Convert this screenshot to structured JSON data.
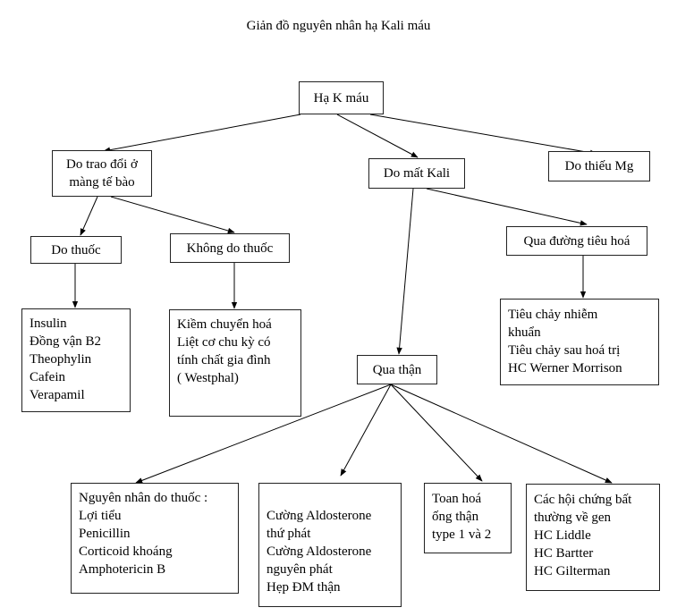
{
  "title": "Giản đồ nguyên nhân hạ Kali máu",
  "nodes": {
    "root": {
      "label": "Hạ K máu"
    },
    "exchange": {
      "lines": [
        "Do trao đổi ở",
        "màng tế bào"
      ]
    },
    "loss": {
      "label": "Do mất Kali"
    },
    "mg": {
      "label": "Do thiếu Mg"
    },
    "drug": {
      "label": "Do thuốc"
    },
    "nondrug": {
      "label": "Không do thuốc"
    },
    "gi": {
      "label": "Qua đường tiêu hoá"
    },
    "drug_list": {
      "lines": [
        "Insulin",
        "Đồng vận B2",
        "Theophylin",
        "Cafein",
        "Verapamil"
      ]
    },
    "nondrug_list": {
      "lines": [
        "Kiềm chuyển hoá",
        "Liệt cơ chu kỳ có",
        "tính chất gia đình",
        "( Westphal)"
      ]
    },
    "gi_list": {
      "lines": [
        "Tiêu chảy nhiễm",
        "khuẩn",
        "Tiêu chảy sau hoá trị",
        "HC Werner Morrison"
      ]
    },
    "renal": {
      "label": "Qua thận"
    },
    "renal_drugs": {
      "lines": [
        "Nguyên nhân do thuốc :",
        "Lợi tiểu",
        "Penicillin",
        "Corticoid khoáng",
        "Amphotericin B"
      ]
    },
    "aldo": {
      "lines": [
        "Cường Aldosterone",
        "thứ phát",
        "Cường Aldosterone",
        "nguyên phát",
        "Hẹp ĐM thận"
      ]
    },
    "rta": {
      "lines": [
        "Toan hoá",
        "ống thận",
        "type 1 và 2"
      ]
    },
    "genetic": {
      "lines": [
        "Các hội chứng bất",
        "thường về gen",
        "HC Liddle",
        "HC Bartter",
        "HC Gilterman"
      ]
    }
  }
}
